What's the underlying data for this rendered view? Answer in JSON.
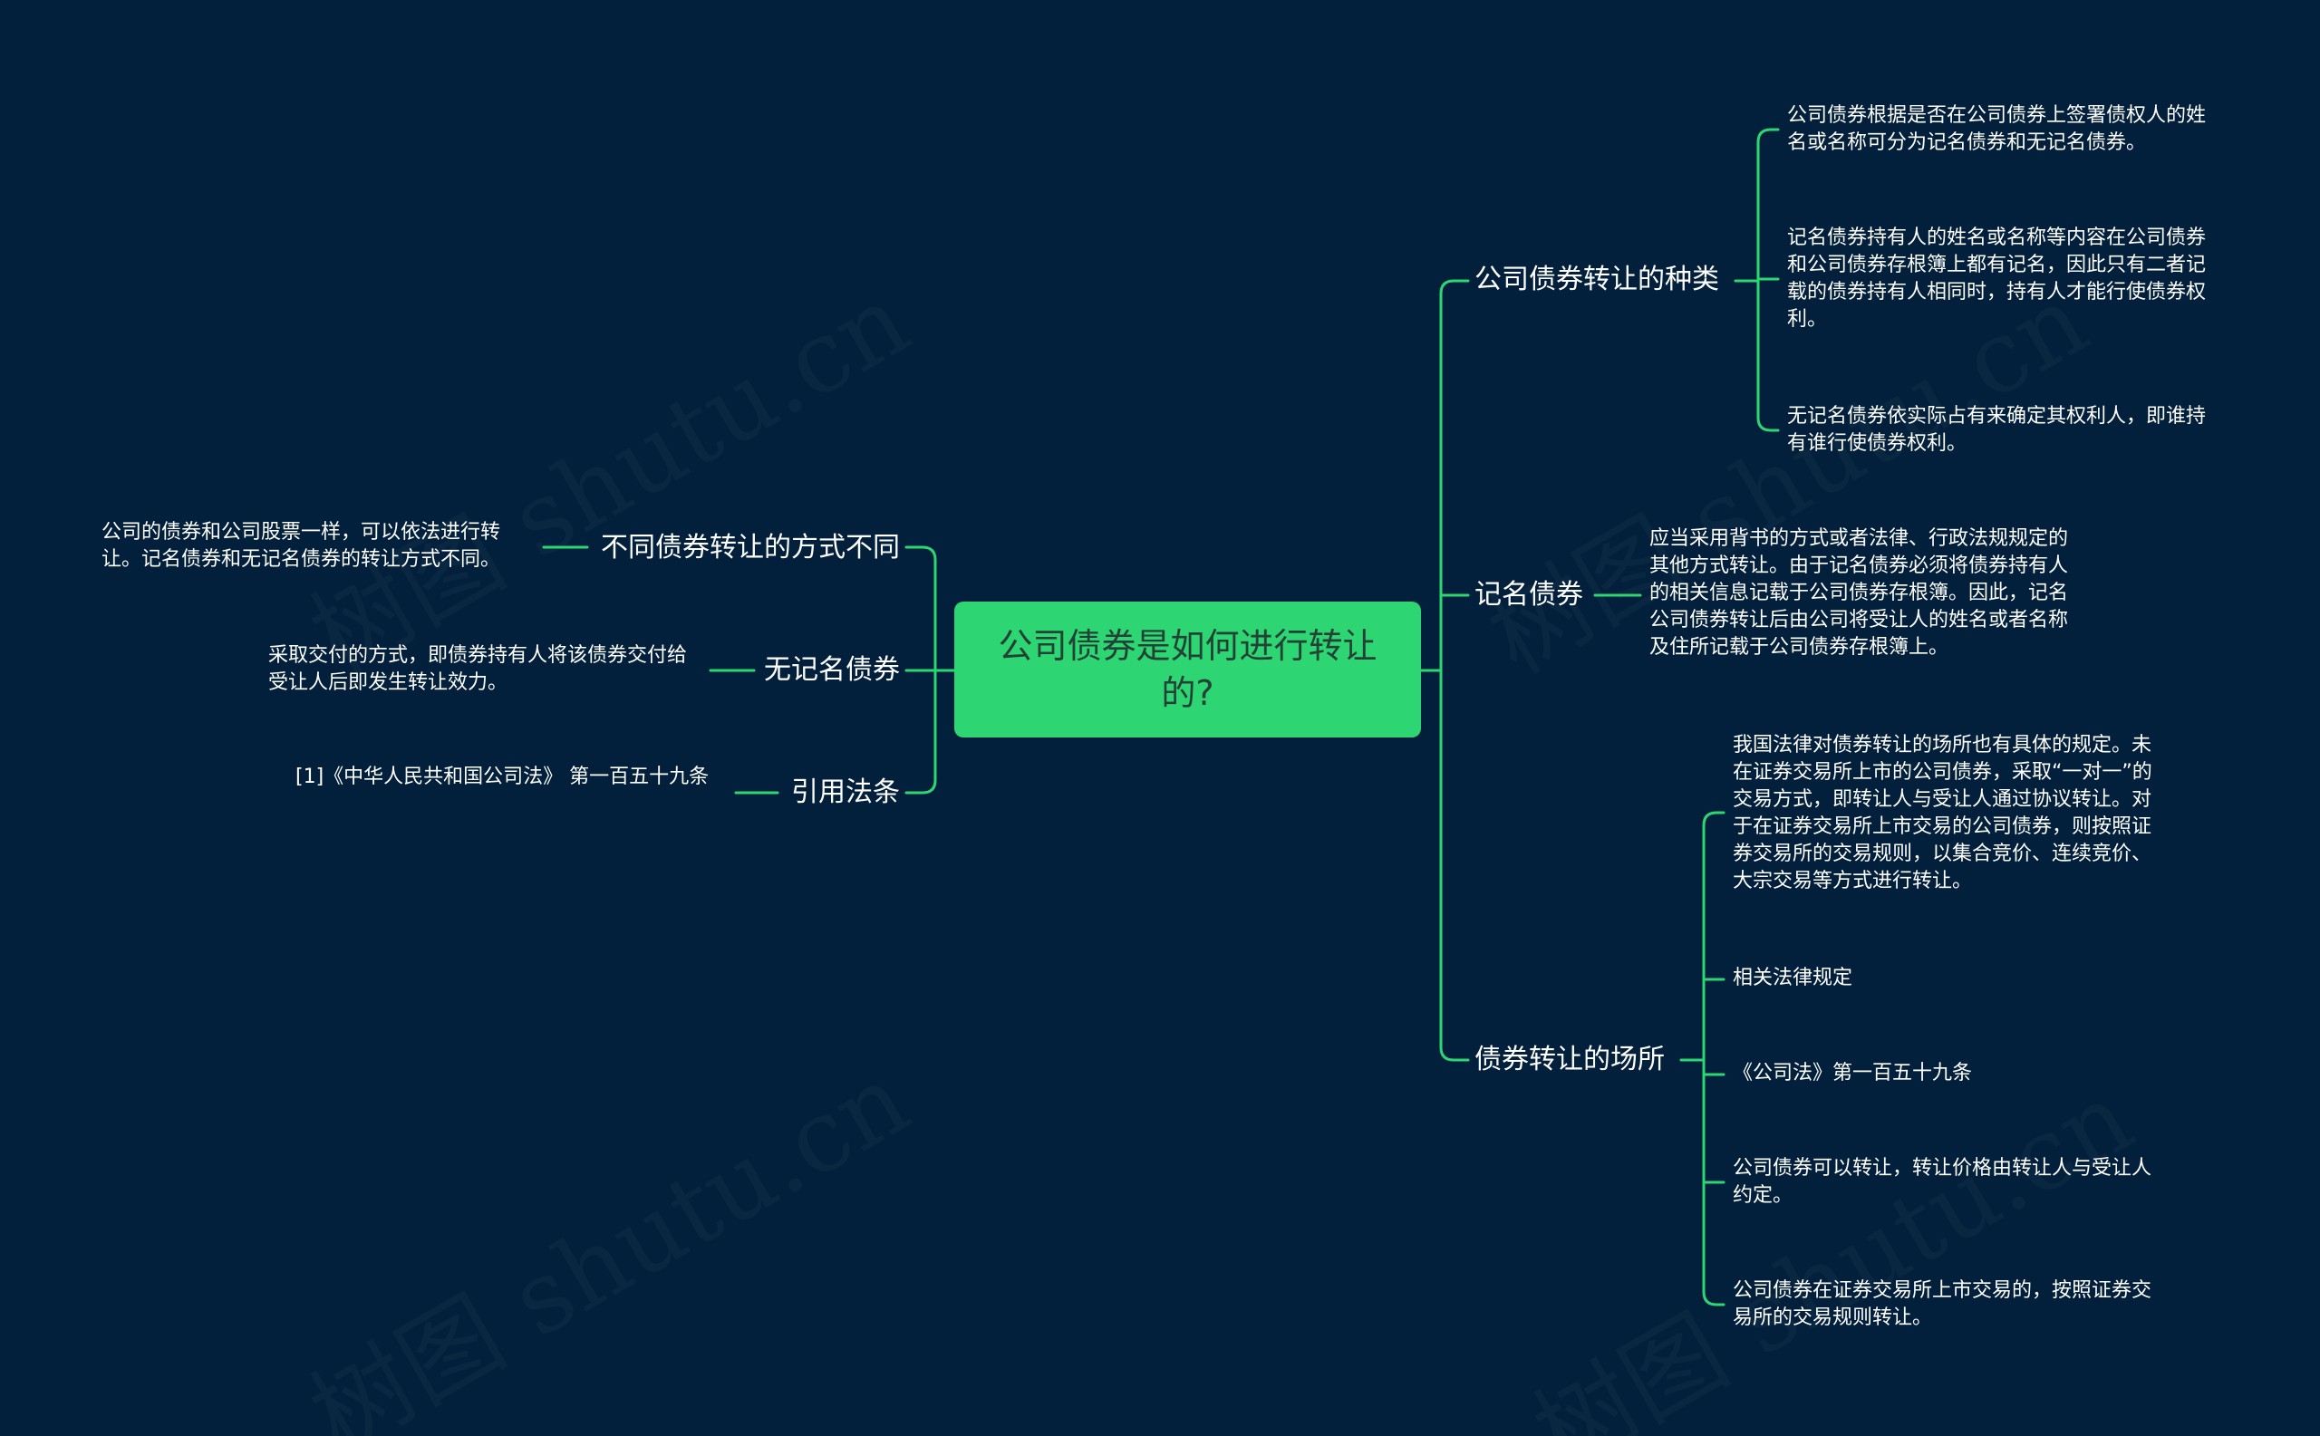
{
  "root": {
    "label": "公司债券是如何进行转让的?"
  },
  "colors": {
    "background": "#02203b",
    "root_fill": "#2ed573",
    "root_text": "#234236",
    "connector": "#2ed573",
    "text": "#ffffff"
  },
  "watermark": "树图 shutu.cn",
  "right_branches": [
    {
      "label": "公司债券转让的种类",
      "children": [
        "公司债券根据是否在公司债券上签署债权人的姓名或名称可分为记名债券和无记名债券。",
        "记名债券持有人的姓名或名称等内容在公司债券和公司债券存根簿上都有记名，因此只有二者记载的债券持有人相同时，持有人才能行使债券权利。",
        "无记名债券依实际占有来确定其权利人，即谁持有谁行使债券权利。"
      ]
    },
    {
      "label": "记名债券",
      "children": [
        "应当采用背书的方式或者法律、行政法规规定的其他方式转让。由于记名债券必须将债券持有人的相关信息记载于公司债券存根簿。因此，记名公司债券转让后由公司将受让人的姓名或者名称及住所记载于公司债券存根簿上。"
      ]
    },
    {
      "label": "债券转让的场所",
      "children": [
        "我国法律对债券转让的场所也有具体的规定。未在证券交易所上市的公司债券，采取“一对一”的交易方式，即转让人与受让人通过协议转让。对于在证券交易所上市交易的公司债券，则按照证券交易所的交易规则，以集合竞价、连续竞价、大宗交易等方式进行转让。",
        "相关法律规定",
        "《公司法》第一百五十九条",
        "公司债券可以转让，转让价格由转让人与受让人约定。",
        "公司债券在证券交易所上市交易的，按照证券交易所的交易规则转让。"
      ]
    }
  ],
  "left_branches": [
    {
      "label": "不同债券转让的方式不同",
      "children": [
        "公司的债券和公司股票一样，可以依法进行转让。记名债券和无记名债券的转让方式不同。"
      ]
    },
    {
      "label": "无记名债券",
      "children": [
        "采取交付的方式，即债券持有人将该债券交付给受让人后即发生转让效力。"
      ]
    },
    {
      "label": "引用法条",
      "children": [
        "[1]《中华人民共和国公司法》 第一百五十九条"
      ]
    }
  ]
}
